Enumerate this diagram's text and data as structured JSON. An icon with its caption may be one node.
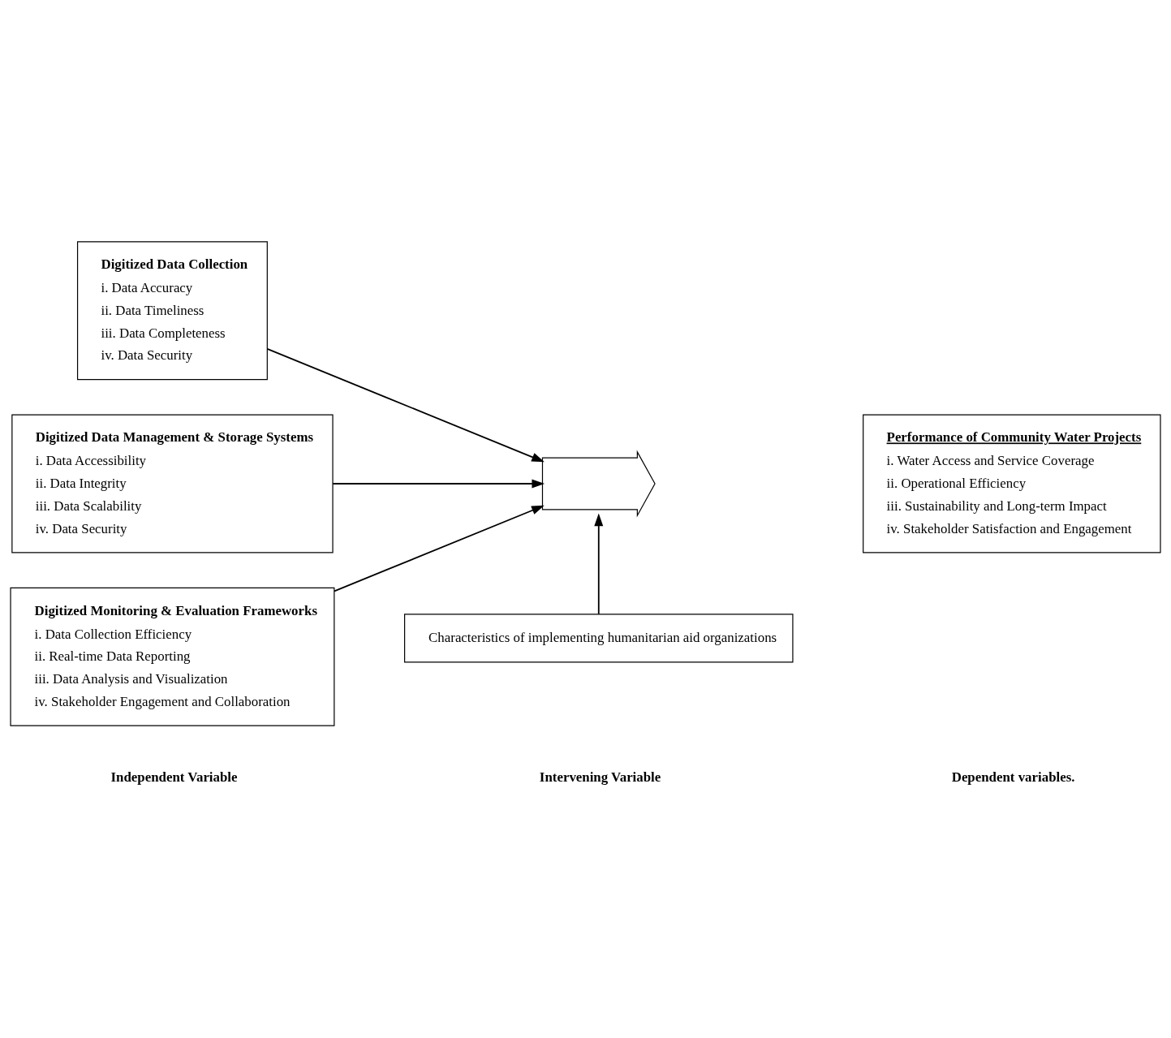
{
  "diagram": {
    "nodes": [
      {
        "text": [
          "Digitized Data Collection",
          "i. Data Accuracy",
          "ii. Data Timeliness",
          "iii. Data Completeness",
          "iv. Data Security"
        ]
      },
      {
        "text": [
          "Digitized Data Management & Storage Systems",
          "i. Data Accessibility",
          "ii. Data Integrity",
          "iii. Data Scalability",
          "iv. Data Security"
        ]
      },
      {
        "text": [
          "Digitized Monitoring & Evaluation Frameworks",
          "i. Data Collection Efficiency",
          "ii. Real-time Data Reporting",
          "iii. Data Analysis and Visualization",
          "iv. Stakeholder Engagement and Collaboration"
        ]
      },
      {
        "text": [
          "Performance of Community Water Projects",
          "i. Water Access and Service Coverage",
          "ii. Operational Efficiency",
          "iii. Sustainability and Long-term Impact",
          "iv. Stakeholder Satisfaction and Engagement"
        ]
      },
      {
        "text": [],
        "shape": "arrow"
      },
      {
        "text": [
          "Characteristics of implementing humanitarian aid organizations"
        ]
      }
    ],
    "edges": [
      {
        "from": 0,
        "to": 4,
        "arrow": "to"
      },
      {
        "from": 1,
        "to": 4,
        "arrow": "to"
      },
      {
        "from": 2,
        "to": 4,
        "arrow": "to"
      },
      {
        "from": 5,
        "to": 4,
        "arrow": "to"
      }
    ],
    "labels": [
      "Independent Variable",
      "Intervening Variable",
      "Dependent variables."
    ]
  }
}
